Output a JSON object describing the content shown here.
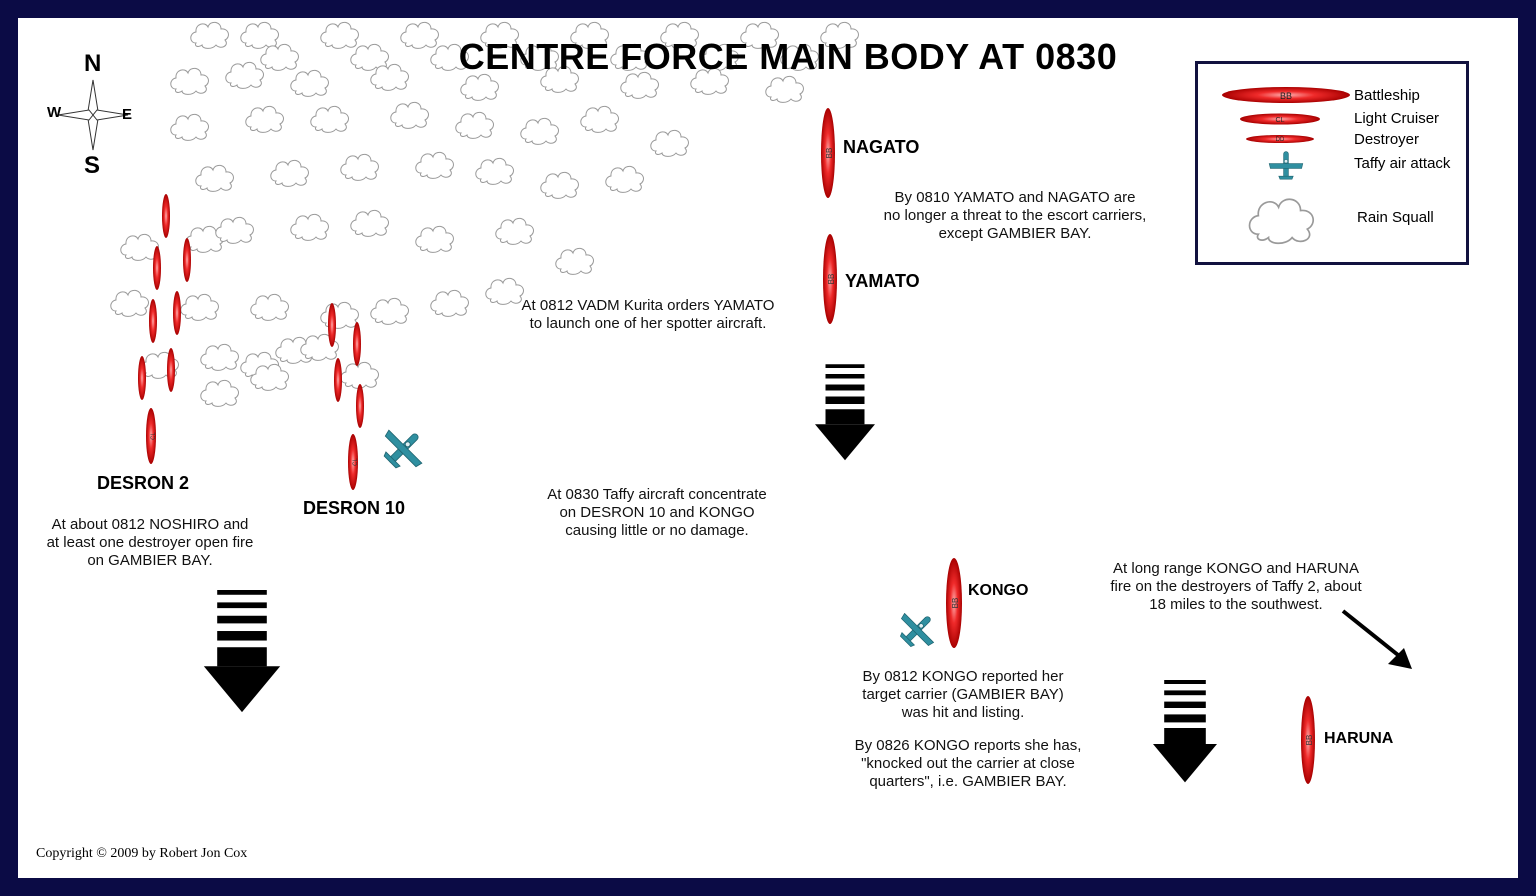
{
  "title": "CENTRE FORCE MAIN BODY AT 0830",
  "compass": {
    "north": "N",
    "south": "S",
    "east": "E",
    "west": "W"
  },
  "legend": {
    "battleship": {
      "label": "Battleship",
      "mark": "BB"
    },
    "light_cruiser": {
      "label": "Light Cruiser",
      "mark": "CL"
    },
    "destroyer": {
      "label": "Destroyer",
      "mark": "DD"
    },
    "air_attack": {
      "label": "Taffy air attack"
    },
    "squall": {
      "label": "Rain Squall"
    }
  },
  "units": {
    "nagato": "NAGATO",
    "yamato": "YAMATO",
    "kongo": "KONGO",
    "haruna": "HARUNA",
    "desron2": "DESRON 2",
    "desron10": "DESRON 10"
  },
  "ship_marks": {
    "bb": "BB",
    "cl": "CL"
  },
  "notes": {
    "note_0810": [
      "By 0810 YAMATO and NAGATO are",
      "no longer a threat to the escort carriers,",
      "except GAMBIER BAY."
    ],
    "note_0812_kurita": [
      "At 0812 VADM Kurita orders YAMATO",
      "to launch one of her spotter aircraft."
    ],
    "note_0830_taffy": [
      "At 0830 Taffy aircraft concentrate",
      "on DESRON 10 and KONGO",
      "causing little or no damage."
    ],
    "note_0812_noshiro": [
      "At about 0812 NOSHIRO and",
      "at least one destroyer open fire",
      "on GAMBIER BAY."
    ],
    "note_long_range": [
      "At long range KONGO and HARUNA",
      "fire on the destroyers of Taffy 2, about",
      "18 miles to the southwest."
    ],
    "note_0812_kongo": [
      "By 0812 KONGO reported her",
      "target carrier (GAMBIER BAY)",
      "was hit and listing."
    ],
    "note_0826_kongo": [
      "By 0826 KONGO reports she has,",
      "\"knocked out the carrier at close",
      "quarters\", i.e. GAMBIER BAY."
    ]
  },
  "copyright": "Copyright © 2009 by Robert Jon Cox",
  "colors": {
    "frame": "#0b0b45",
    "ship_red": "#e8141c",
    "aircraft": "#2f8fa0",
    "legend_border": "#12123f"
  }
}
